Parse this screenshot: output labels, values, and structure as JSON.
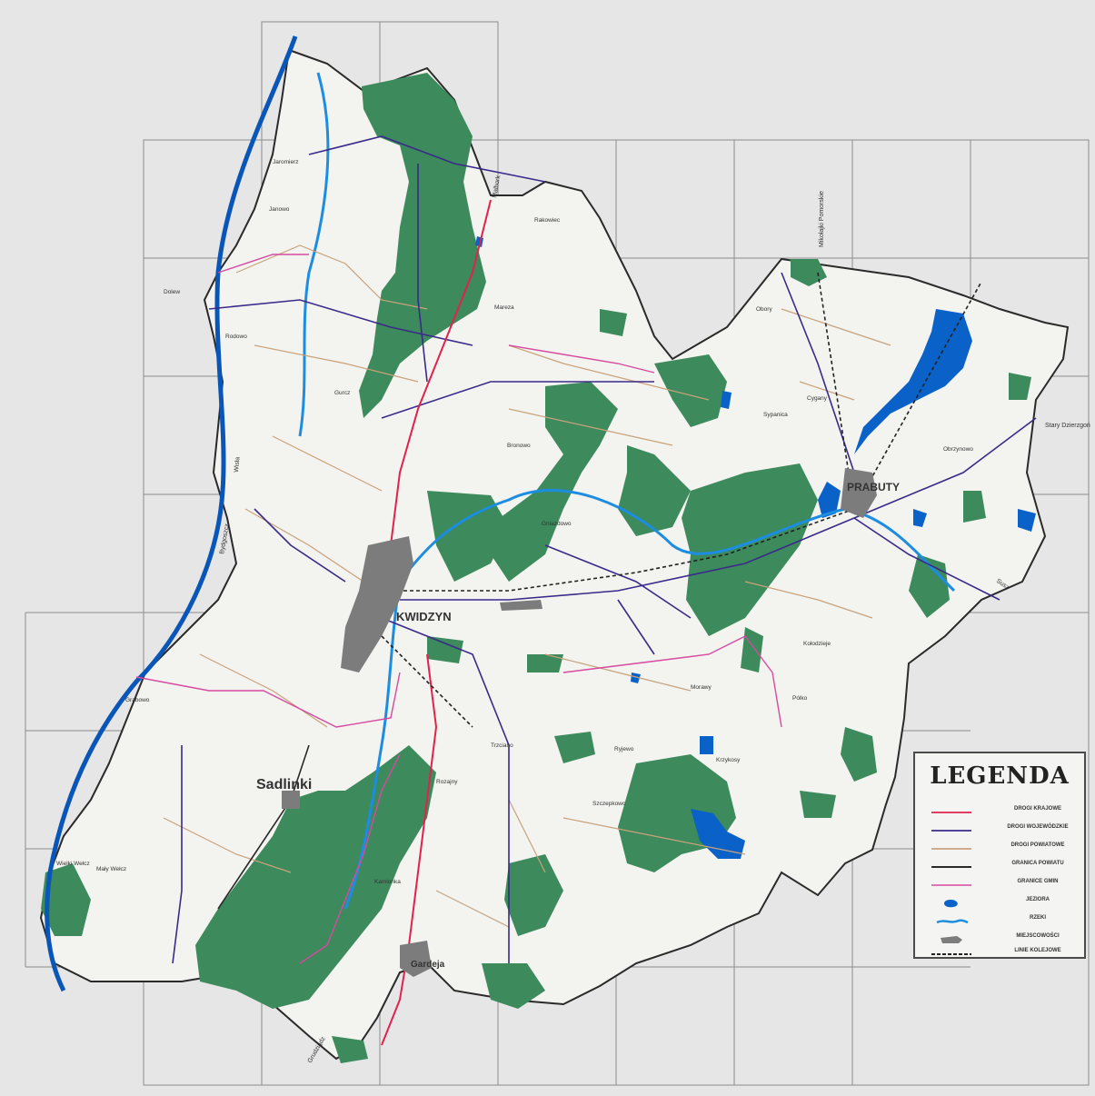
{
  "colors": {
    "background": "#e6e6e6",
    "county": "#f3f3f0",
    "forest": "#3d8a5c",
    "water": "#0a62c8",
    "river": "#1c8de0",
    "national_road": "#e0224c",
    "voivodeship_road": "#3a2a8a",
    "district_road": "#c9a27a",
    "county_border": "#2a2a2a",
    "commune_border": "#d64aa0",
    "settlement": "#7c7c7c",
    "railway": "#222222",
    "grid": "#8c8c8c"
  },
  "towns": {
    "kwidzyn": "KWIDZYN",
    "prabuty": "PRABUTY",
    "sadlinki": "Sadlinki",
    "gardeja": "Gardeja"
  },
  "villages": [
    "Dolew",
    "Janowo",
    "Rakowiec",
    "Bronowo",
    "Mareza",
    "Obory",
    "Grabowo",
    "Wielki Wełcz",
    "Mały Wełcz",
    "Trzciano",
    "Rozajny",
    "Kamionka",
    "Szczepkowo",
    "Pólko",
    "Jaromierz",
    "Gurcz",
    "Gniazdowo",
    "Sypanica",
    "Obrzynowo",
    "Kołodzieje",
    "Morawy",
    "Krzykosy",
    "Ryjewo",
    "Cygany",
    "Rodowo"
  ],
  "road_labels": {
    "north": "Malbork",
    "northeast": "Mikołajki Pomorskie",
    "east": "Stary Dzierzgoń",
    "southeast": "Susz",
    "south": "Grudziądz",
    "west": "Bydgoszcz",
    "river": "Wisła"
  },
  "legend": {
    "title": "LEGENDA",
    "items": [
      {
        "label": "DROGI KRAJOWE",
        "type": "line",
        "color": "#e0224c"
      },
      {
        "label": "DROGI WOJEWÓDZKIE",
        "type": "line",
        "color": "#3a2a8a"
      },
      {
        "label": "DROGI POWIATOWE",
        "type": "line",
        "color": "#c9a27a"
      },
      {
        "label": "GRANICA POWIATU",
        "type": "line",
        "color": "#2a2a2a"
      },
      {
        "label": "GRANICE GMIN",
        "type": "line",
        "color": "#d64aa0"
      },
      {
        "label": "JEZIORA",
        "type": "blob",
        "color": "#0a62c8"
      },
      {
        "label": "RZEKI",
        "type": "wave",
        "color": "#1c8de0"
      },
      {
        "label": "MIEJSCOWOŚCI",
        "type": "patch",
        "color": "#7c7c7c"
      },
      {
        "label": "LINIE KOLEJOWE",
        "type": "dashed",
        "color": "#222222"
      }
    ]
  }
}
